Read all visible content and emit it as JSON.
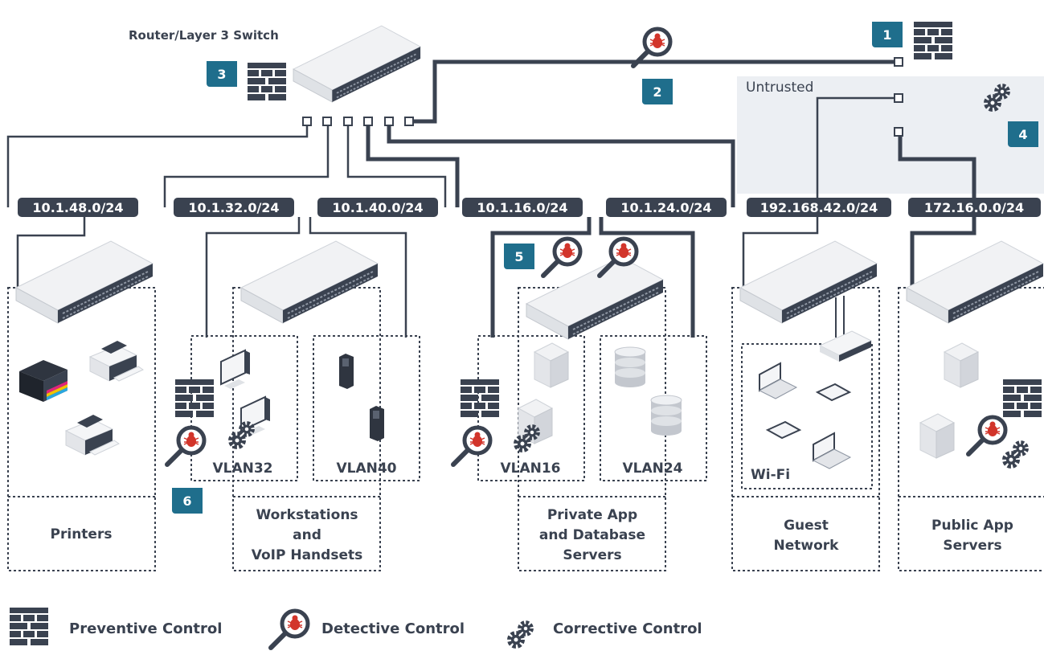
{
  "title": "Router/Layer 3 Switch",
  "zone_label": "Untrusted",
  "subnets": {
    "s48": "10.1.48.0/24",
    "s32": "10.1.32.0/24",
    "s40": "10.1.40.0/24",
    "s16": "10.1.16.0/24",
    "s24": "10.1.24.0/24",
    "s192": "192.168.42.0/24",
    "s172": "172.16.0.0/24"
  },
  "badges": {
    "b1": "1",
    "b2": "2",
    "b3": "3",
    "b4": "4",
    "b5": "5",
    "b6": "6"
  },
  "vlans": {
    "v32": "VLAN32",
    "v40": "VLAN40",
    "v16": "VLAN16",
    "v24": "VLAN24",
    "wifi": "Wi-Fi"
  },
  "groups": {
    "printers": "Printers",
    "ws_1": "Workstations",
    "ws_2": "and",
    "ws_3": "VoIP Handsets",
    "priv_1": "Private App",
    "priv_2": "and Database",
    "priv_3": "Servers",
    "guest_1": "Guest",
    "guest_2": "Network",
    "pub_1": "Public App",
    "pub_2": "Servers"
  },
  "legend": {
    "preventive": "Preventive Control",
    "detective": "Detective Control",
    "corrective": "Corrective Control"
  },
  "colors": {
    "line": "#3a4250",
    "badge": "#1f6e8c",
    "bug": "#d2352b",
    "zone": "#eceff3"
  }
}
